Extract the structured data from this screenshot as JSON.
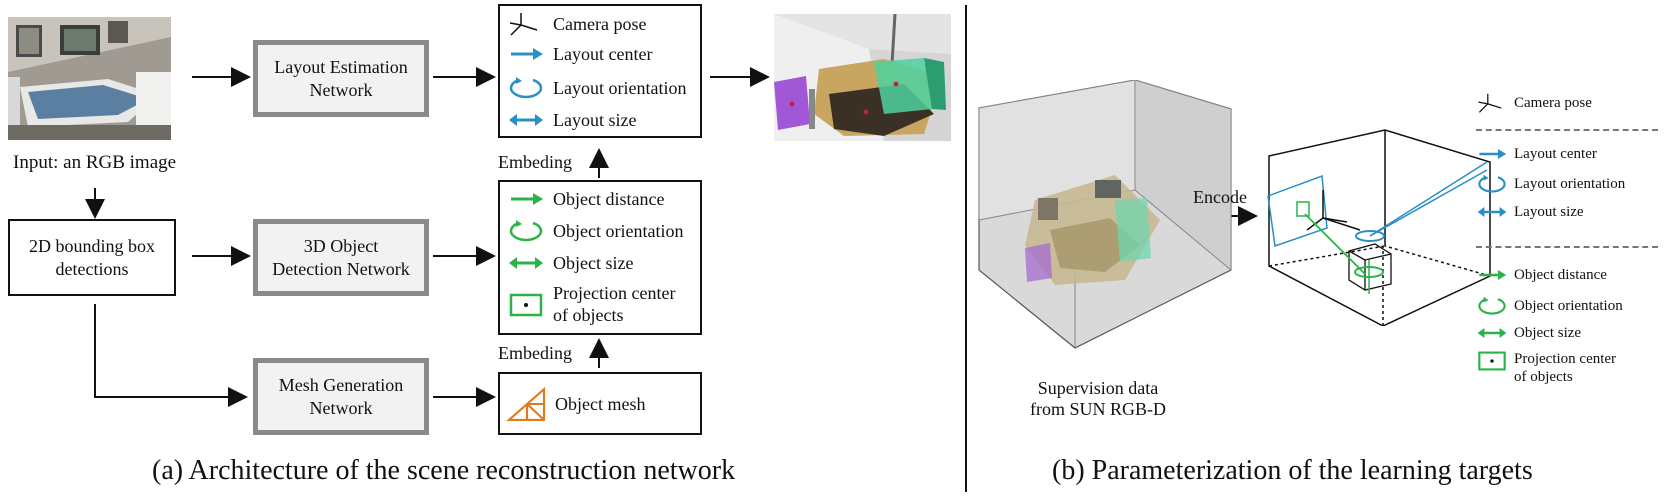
{
  "left": {
    "input_label": "Input: an RGB image",
    "bbox_box": {
      "line1": "2D bounding box",
      "line2": "detections"
    },
    "layout_net": {
      "line1": "Layout Estimation",
      "line2": "Network"
    },
    "object_net": {
      "line1": "3D Object",
      "line2": "Detection Network"
    },
    "mesh_net": {
      "line1": "Mesh Generation",
      "line2": "Network"
    },
    "layout_params": [
      "Camera pose",
      "Layout center",
      "Layout orientation",
      "Layout size"
    ],
    "object_params": [
      "Object distance",
      "Object orientation",
      "Object size"
    ],
    "object_proj": {
      "line1": "Projection center",
      "line2": "of objects"
    },
    "mesh_param": "Object mesh",
    "embed_top": "Embeding",
    "embed_bottom": "Embeding",
    "caption": "(a) Architecture of the scene reconstruction network"
  },
  "right": {
    "supervision": {
      "line1": "Supervision data",
      "line2": "from SUN RGB-D"
    },
    "encode": "Encode",
    "legend_layout": [
      "Camera pose",
      "Layout center",
      "Layout orientation",
      "Layout size"
    ],
    "legend_object": [
      "Object distance",
      "Object orientation",
      "Object size"
    ],
    "legend_proj": {
      "line1": "Projection center",
      "line2": "of objects"
    },
    "caption": "(b) Parameterization of the learning targets"
  },
  "colors": {
    "layout": "#2a8fc4",
    "object": "#2bb34a",
    "mesh": "#e07a1f",
    "network_fill": "#f2f2f2",
    "network_border": "#8a8a8a"
  },
  "icons": [
    "camera-axes-icon",
    "arrow-right-icon",
    "rotation-ellipse-icon",
    "double-arrow-icon",
    "projection-box-icon",
    "triangle-mesh-icon"
  ]
}
